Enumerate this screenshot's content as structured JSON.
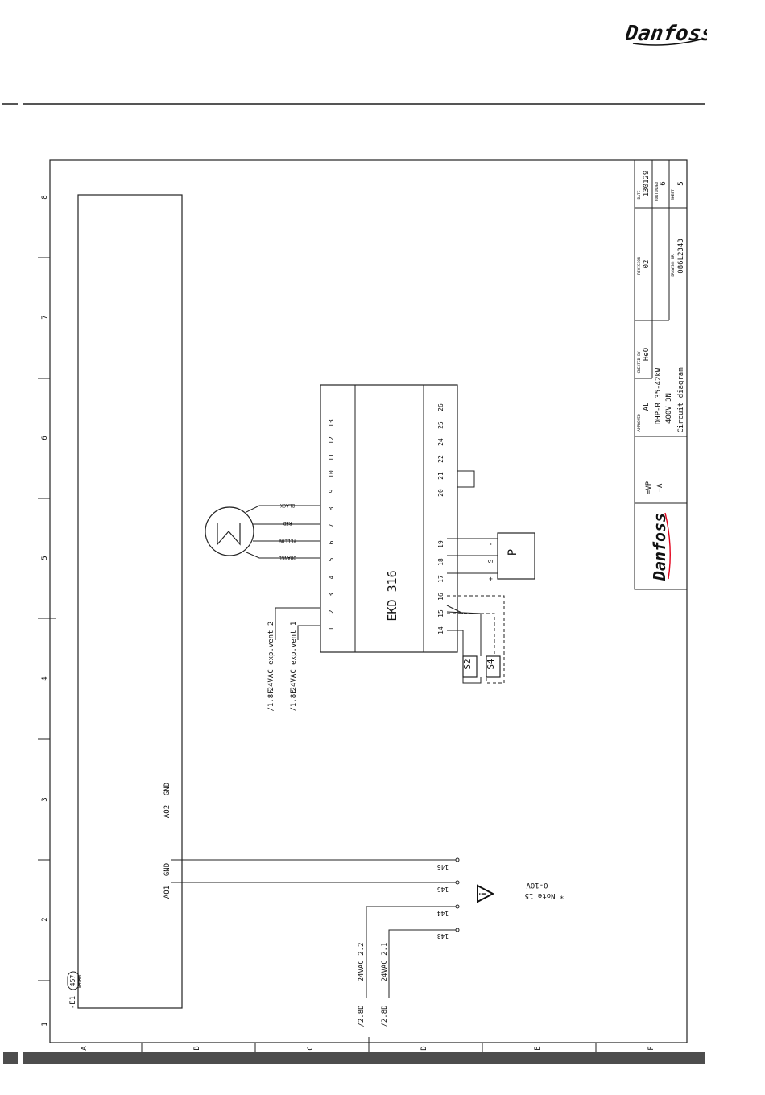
{
  "brand": {
    "name": "Danfoss",
    "color": "#e2001a"
  },
  "grid": {
    "columns": [
      "A",
      "B",
      "C",
      "D",
      "E",
      "F"
    ],
    "rows": [
      "1",
      "2",
      "3",
      "4",
      "5",
      "6",
      "7",
      "8"
    ]
  },
  "main_block": {
    "ref": "-E1",
    "badge": "457",
    "sublabel": "WH-HPC"
  },
  "analog_outputs": {
    "ao1": "AO1",
    "gnd1": "GND",
    "ao2": "AO2",
    "gnd2": "GND"
  },
  "controller": {
    "name": "EKD 316",
    "top_terminals": [
      "1",
      "2",
      "3",
      "4",
      "5",
      "6",
      "7",
      "8",
      "9",
      "10",
      "11",
      "12",
      "13"
    ],
    "bottom_terminals": [
      "14",
      "15",
      "16",
      "17",
      "18",
      "19",
      "20",
      "21",
      "22",
      "24",
      "25",
      "26"
    ]
  },
  "motor_wires": [
    "BLACK",
    "RED",
    "YELLOW",
    "ORANGE"
  ],
  "supply": [
    {
      "label": "24VAC exp.vent 2",
      "ref": "/1.8F"
    },
    {
      "label": "24VAC exp.vent 1",
      "ref": "/1.8E"
    }
  ],
  "sensors": {
    "s2": "S2",
    "s4": "S4",
    "pressure": "P",
    "minus": "-",
    "signal": "S",
    "plus": "+"
  },
  "bottom_terminals": [
    "146",
    "145",
    "144",
    "143"
  ],
  "supply_lower": [
    {
      "label": "24VAC 2.2",
      "ref": "/2.8D"
    },
    {
      "label": "24VAC 2.1",
      "ref": "/2.8D"
    }
  ],
  "note": {
    "line1": "* Note 15",
    "line2": "0-10V"
  },
  "title_block": {
    "date_label": "DATE",
    "date": "130129",
    "continued_label": "CONTINUED",
    "continued": "6",
    "sheet_label": "SHEET",
    "sheet": "5",
    "revision_label": "REVISION",
    "revision": "02",
    "drawing_nr_label": "DRAWING NR",
    "drawing_nr": "086L2343",
    "created_by_label": "CREATED BY",
    "created_by": "HeO",
    "approved_label": "APPROVED",
    "approved": "AL",
    "title_line1": "DHP-R 35-42kW",
    "title_line2": "400V 3N",
    "title_line3": "Circuit diagram",
    "vp": "=VP",
    "plus_a": "+A"
  }
}
